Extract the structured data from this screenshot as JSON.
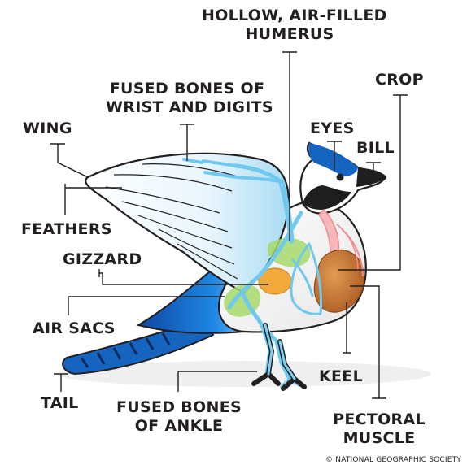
{
  "labels": {
    "humerus": [
      "HOLLOW, AIR-FILLED",
      "HUMERUS"
    ],
    "crop": "CROP",
    "fused_wrist": [
      "FUSED BONES OF",
      "WRIST AND DIGITS"
    ],
    "wing": "WING",
    "eyes": "EYES",
    "bill": "BILL",
    "feathers": "FEATHERS",
    "gizzard": "GIZZARD",
    "air_sacs": "AIR SACS",
    "keel": "KEEL",
    "tail": "TAIL",
    "fused_ankle": [
      "FUSED BONES",
      "OF ANKLE"
    ],
    "pectoral": [
      "PECTORAL",
      "MUSCLE"
    ]
  },
  "credit": "© NATIONAL GEOGRAPHIC SOCIETY",
  "colors": {
    "blue": "#1565c0",
    "light_blue": "#5fb8ea",
    "skeleton": "#8fd8f5",
    "gizzard": "#f2a93b",
    "muscle": "#c06a2e",
    "air_sac": "#8cc63f",
    "crop": "#ef8a8f",
    "text": "#231f20"
  }
}
